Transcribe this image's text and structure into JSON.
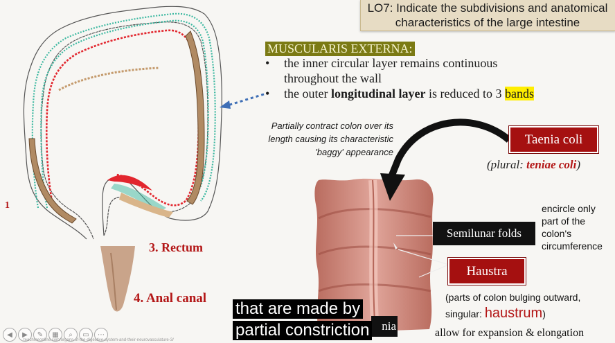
{
  "lo": {
    "prefix": "LO7",
    "line1": ": Indicate the subdivisions and anatomical",
    "line2": "characteristics of the large intestine"
  },
  "muscularis": {
    "title": "MUSCULARIS EXTERNA:",
    "bullet1_line1": "the inner circular layer remains continuous",
    "bullet1_line2": "throughout the wall",
    "bullet2_pre": "the outer ",
    "bullet2_bold": "longitudinal layer",
    "bullet2_mid": " is reduced to 3 ",
    "bullet2_hl": "bands"
  },
  "note": {
    "line1": "Partially contract colon over its",
    "line2": "length causing its characteristic",
    "line3": "'baggy' appearance"
  },
  "taenia": {
    "label": "Taenia coli",
    "plural_pre": "(plural: ",
    "plural_term": "teniae coli",
    "plural_post": ")"
  },
  "encircle": {
    "line1": "encircle only",
    "line2": "part of the",
    "line3": "colon's",
    "line4": "circumference"
  },
  "semilunar": {
    "label": "Semilunar folds"
  },
  "haustra": {
    "label": "Haustra",
    "desc_line1": "(parts of colon bulging outward,",
    "singular_pre": "singular: ",
    "singular_term": "haustrum",
    "singular_post": ")",
    "allow": "allow for expansion & elongation"
  },
  "anatomy_labels": {
    "rectum": "3. Rectum",
    "anal": "4. Anal canal",
    "one": "1",
    "taenia_partial": "nia"
  },
  "captions": {
    "line1": "that are made by",
    "line2": "partial constriction"
  },
  "footer": {
    "url": "teachmeonline.com/organs-of-the-digestive-system-and-their-neurovasculature-3/"
  },
  "colors": {
    "accent_red": "#a51010",
    "olive": "#7b7a14",
    "highlight": "#ffee00"
  }
}
